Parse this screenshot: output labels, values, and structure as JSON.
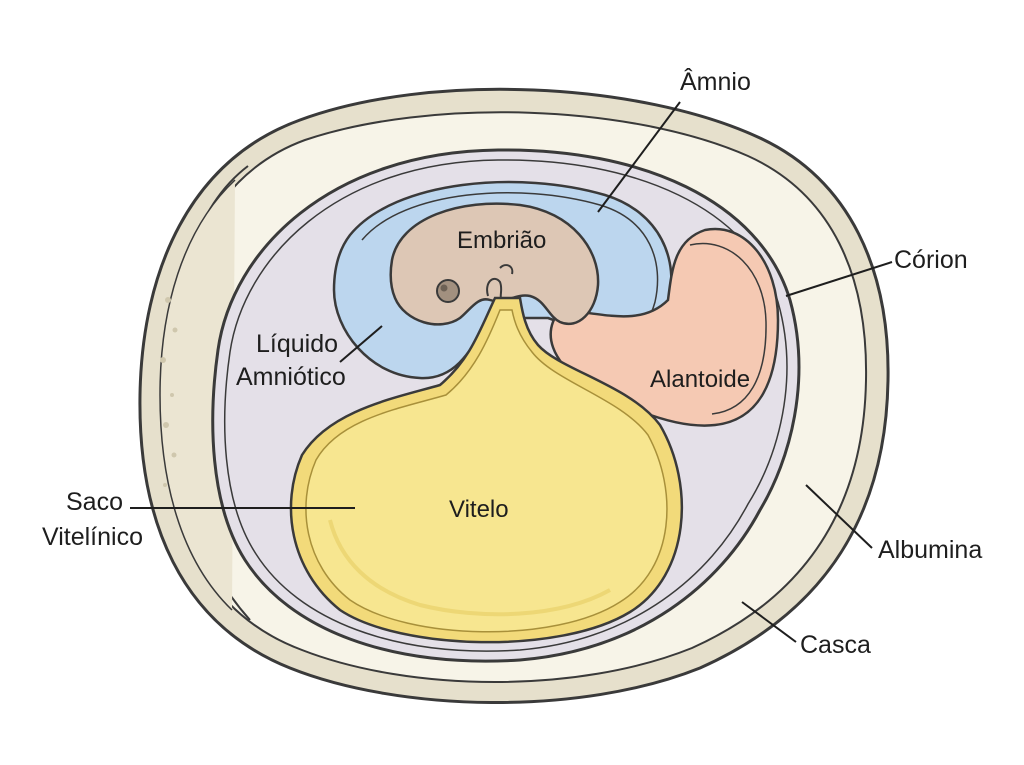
{
  "labels": {
    "amnio": "Âmnio",
    "corion": "Córion",
    "embriao": "Embrião",
    "liquido_l1": "Líquido",
    "liquido_l2": "Amniótico",
    "alantoide": "Alantoide",
    "saco_l1": "Saco",
    "saco_l2": "Vitelínico",
    "vitelo": "Vitelo",
    "albumina": "Albumina",
    "casca": "Casca"
  },
  "colors": {
    "shell": "#e6e0cc",
    "albumen": "#f7f4e8",
    "chorion_cavity": "#e4e0e8",
    "amnion": "#bcd6ee",
    "embryo": "#ddc7b5",
    "allantois": "#f5c9b3",
    "yolk": "#f7e690",
    "outline": "#3a3a3a"
  }
}
